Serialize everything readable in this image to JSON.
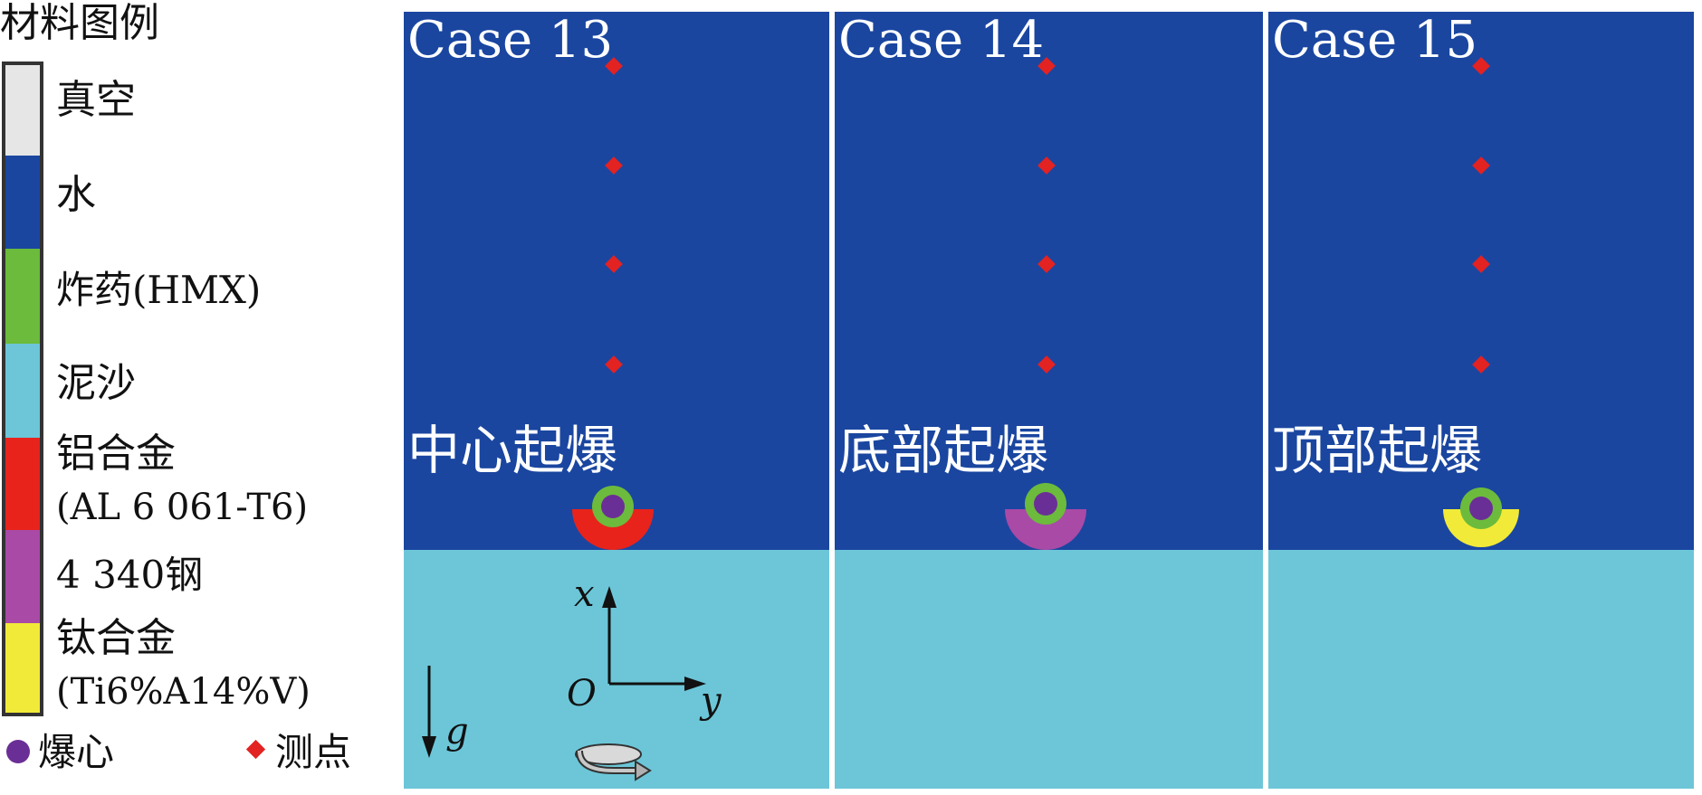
{
  "legend": {
    "title": "材料图例",
    "items": [
      {
        "label": "真空",
        "sublabel": "",
        "color": "#e6e6e6"
      },
      {
        "label": "水",
        "sublabel": "",
        "color": "#1a46a0"
      },
      {
        "label": "炸药(HMX)",
        "sublabel": "",
        "color": "#6cbb3c"
      },
      {
        "label": "泥沙",
        "sublabel": "",
        "color": "#6cc6d8"
      },
      {
        "label": "铝合金",
        "sublabel": "(AL 6 061-T6)",
        "color": "#e8231c"
      },
      {
        "label": "4 340钢",
        "sublabel": "",
        "color": "#a94aa6"
      },
      {
        "label": "钛合金",
        "sublabel": "(Ti6%A14%V)",
        "color": "#f2ea38"
      }
    ],
    "marker_burst": {
      "label": "爆心",
      "color": "#6a2f96"
    },
    "marker_gauge": {
      "label": "测点",
      "color": "#e32222"
    }
  },
  "cases": [
    {
      "title": "Case 13",
      "initiation": "中心起爆",
      "shell_color": "#e8231c"
    },
    {
      "title": "Case 14",
      "initiation": "底部起爆",
      "shell_color": "#a94aa6"
    },
    {
      "title": "Case 15",
      "initiation": "顶部起爆",
      "shell_color": "#f2ea38"
    }
  ],
  "axes": {
    "x_label": "x",
    "y_label": "y",
    "origin_label": "O",
    "gravity_label": "g"
  },
  "colors": {
    "water": "#1a46a0",
    "sediment": "#6cc6d8",
    "charge": "#6cbb3c",
    "burst_center": "#6a2f96",
    "gauge": "#e32222",
    "frame_border": "#222222"
  }
}
